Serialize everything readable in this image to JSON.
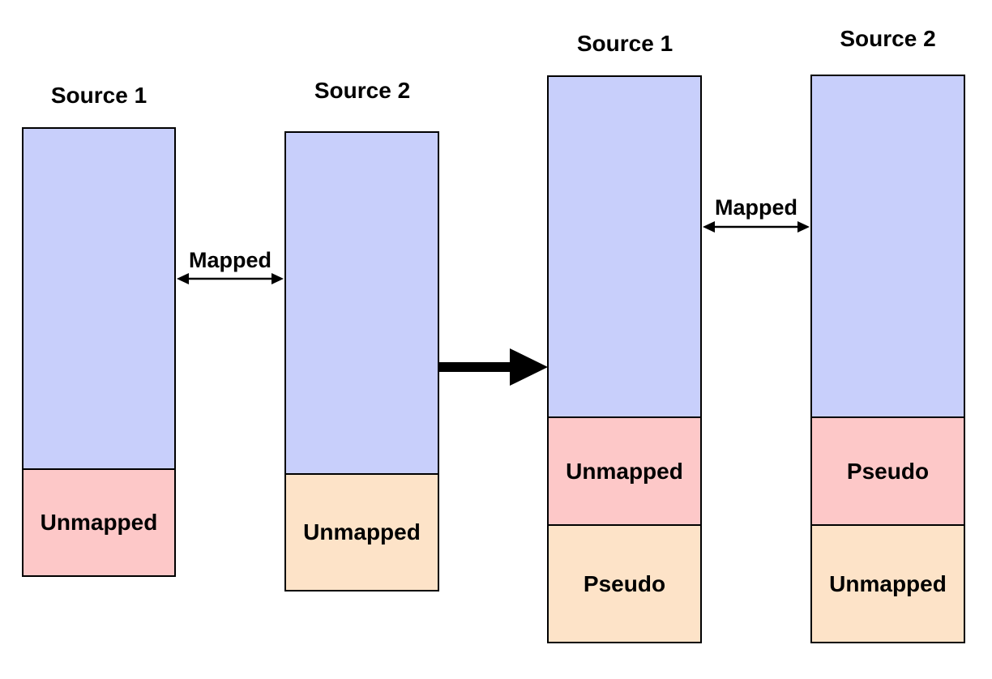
{
  "before": {
    "source1": {
      "title": "Source 1",
      "lower_label": "Unmapped"
    },
    "source2": {
      "title": "Source 2",
      "lower_label": "Unmapped"
    },
    "link_label": "Mapped"
  },
  "after": {
    "source1": {
      "title": "Source 1",
      "middle_label": "Unmapped",
      "lower_label": "Pseudo"
    },
    "source2": {
      "title": "Source 2",
      "middle_label": "Pseudo",
      "lower_label": "Unmapped"
    },
    "link_label": "Mapped"
  },
  "colors": {
    "mapped": "#c8cffb",
    "unmapped_red": "#fdc8c8",
    "unmapped_peach": "#fde3c8"
  }
}
